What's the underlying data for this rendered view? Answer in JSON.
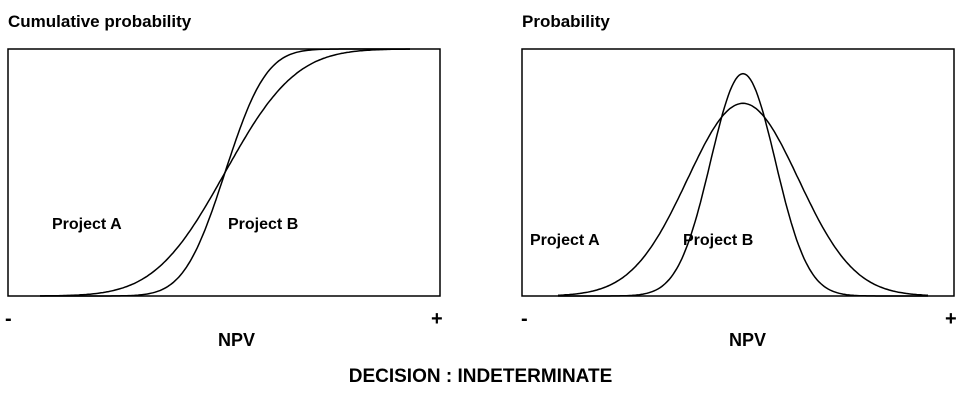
{
  "chart_data": [
    {
      "type": "line",
      "title": "Cumulative probability",
      "xlabel": "NPV",
      "x_min_label": "-",
      "x_max_label": "+",
      "ylabel": "",
      "xlim": [
        -4,
        4
      ],
      "ylim": [
        0,
        1
      ],
      "grid": false,
      "series": [
        {
          "name": "Project A",
          "kind": "cdf",
          "mean": 0,
          "sd": 1.2
        },
        {
          "name": "Project B",
          "kind": "cdf",
          "mean": 0,
          "sd": 0.7
        }
      ]
    },
    {
      "type": "line",
      "title": "Probability",
      "xlabel": "NPV",
      "x_min_label": "-",
      "x_max_label": "+",
      "ylabel": "",
      "xlim": [
        -4,
        4
      ],
      "ylim": [
        0,
        1
      ],
      "grid": false,
      "series": [
        {
          "name": "Project A",
          "kind": "pdf",
          "mean": 0,
          "sd": 1.2
        },
        {
          "name": "Project B",
          "kind": "pdf",
          "mean": 0,
          "sd": 0.7
        }
      ]
    }
  ],
  "decision_text": "DECISION : INDETERMINATE"
}
